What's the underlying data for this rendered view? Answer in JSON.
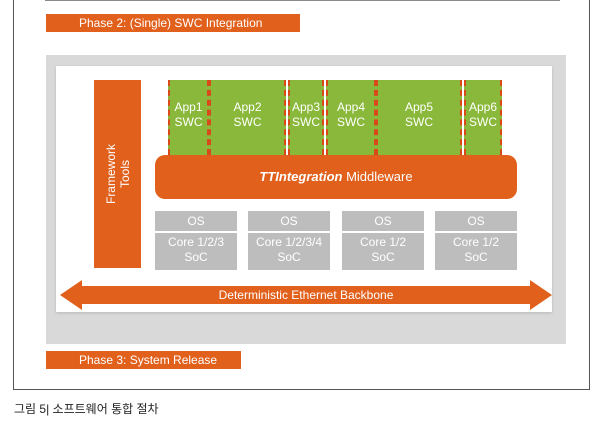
{
  "phase2_label": "Phase 2: (Single) SWC Integration",
  "phase3_label": "Phase 3: System Release",
  "framework_tools": "Framework\nTools",
  "swcs": [
    {
      "label": "App1\nSWC"
    },
    {
      "label": "App2\nSWC"
    },
    {
      "label": "App3\nSWC"
    },
    {
      "label": "App4\nSWC"
    },
    {
      "label": "App5\nSWC"
    },
    {
      "label": "App6\nSWC"
    }
  ],
  "middleware": {
    "brand": "TTIntegration",
    "suffix": " Middleware"
  },
  "os_blocks": [
    {
      "os": "OS",
      "core": "Core 1/2/3\nSoC"
    },
    {
      "os": "OS",
      "core": "Core 1/2/3/4\nSoC"
    },
    {
      "os": "OS",
      "core": "Core 1/2\nSoC"
    },
    {
      "os": "OS",
      "core": "Core 1/2\nSoC"
    }
  ],
  "backbone_label": "Deterministic Ethernet Backbone",
  "caption": "그림 5| 소프트웨어 통합 절차",
  "colors": {
    "orange": "#e0601c",
    "green": "#8ab83a",
    "gray": "#bdbdbd",
    "panel": "#d9d9d9"
  }
}
